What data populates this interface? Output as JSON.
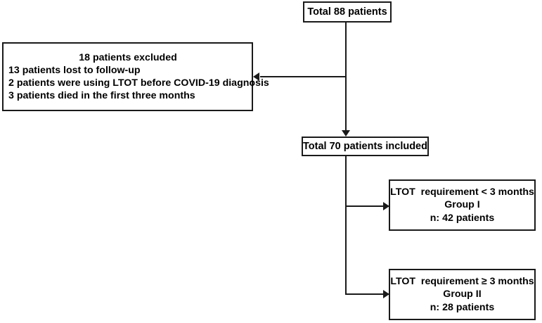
{
  "diagram": {
    "title": "Patient flow diagram",
    "type": "flowchart",
    "nodes": {
      "total": {
        "label": "Total 88 patients"
      },
      "excluded": {
        "header": "18 patients excluded",
        "items": [
          "13 patients lost to follow-up",
          "2 patients were using LTOT before COVID-19 diagnosis",
          "3 patients died in the first three months"
        ]
      },
      "included": {
        "label": "Total 70 patients included"
      },
      "group1": {
        "line1": "LTOT  requirement < 3 months",
        "line2": "Group I",
        "line3": "n: 42 patients"
      },
      "group2": {
        "line1": "LTOT  requirement ≥ 3 months",
        "line2": "Group II",
        "line3": "n: 28 patients"
      }
    },
    "colors": {
      "stroke": "#1a1a1a",
      "background": "#ffffff",
      "text": "#000000"
    }
  }
}
